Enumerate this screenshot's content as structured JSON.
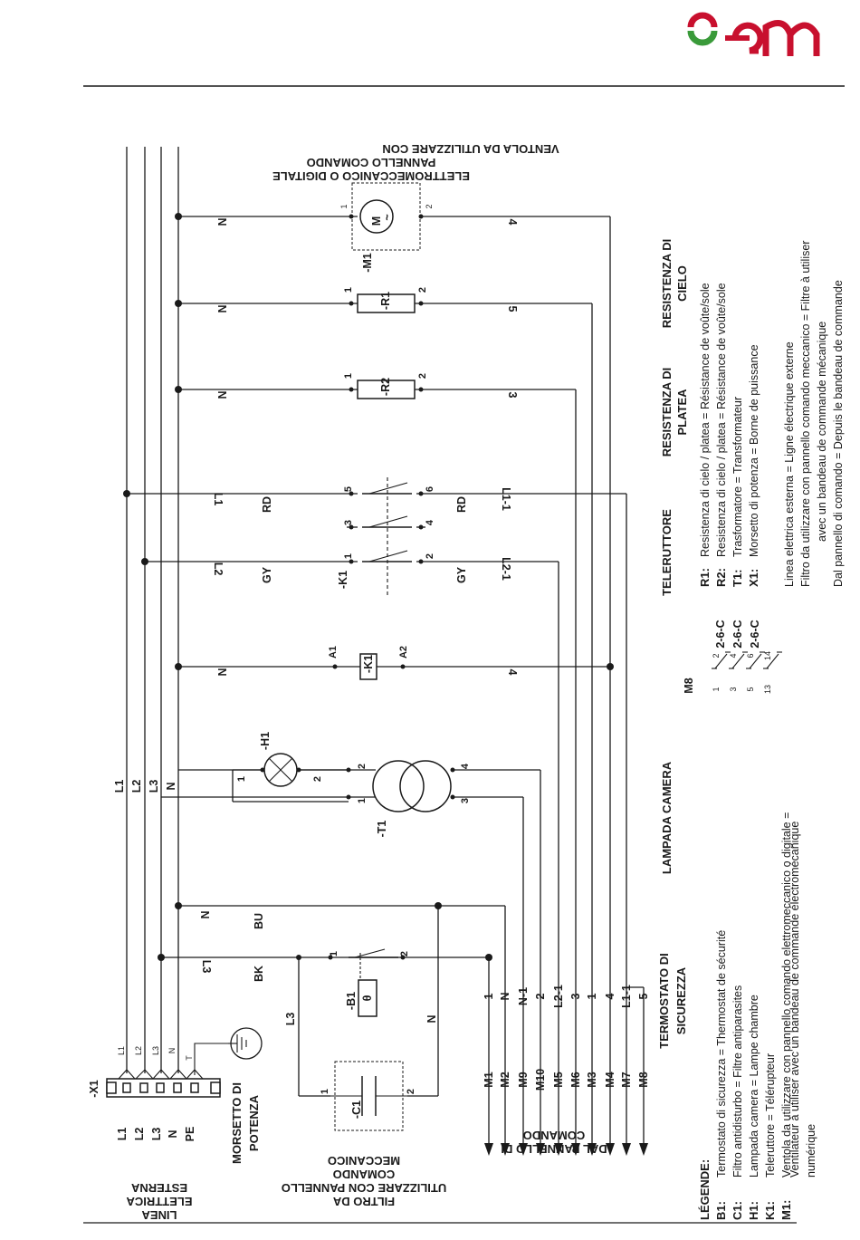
{
  "brand": {
    "name": "oem",
    "color_red": "#c8102e",
    "color_green": "#3a9a3a"
  },
  "bottom_titles": {
    "linea": [
      "LINEA",
      "ELETTRICA",
      "ESTERNA"
    ],
    "filtro": [
      "FILTRO DA",
      "UTILIZZARE CON PANNELLO",
      "COMANDO",
      "MECCANICO"
    ],
    "dal_pannello": [
      "DAL PANNELLO DI",
      "COMANDO"
    ],
    "morsetto": [
      "MORSETTO DI",
      "POTENZA"
    ]
  },
  "top_title": [
    "VENTOLA DA UTILIZZARE CON",
    "PANNELLO COMANDO",
    "ELETTROMECCANICO O DIGITALE"
  ],
  "section_titles": {
    "termostato": [
      "TERMOSTATO DI",
      "SICUREZZA"
    ],
    "lampada": "LAMPADA CAMERA",
    "teleruttore": "TELERUTTORE",
    "platea": [
      "RESISTENZA DI",
      "PLATEA"
    ],
    "cielo": [
      "RESISTENZA DI",
      "CIELO"
    ]
  },
  "components": {
    "x1": "-X1",
    "b1": "-B1",
    "c1": "-C1",
    "t1": "-T1",
    "h1": "-H1",
    "k1": "-K1",
    "k1_contacts": "-K1",
    "r2": "-R2",
    "r1": "-R1",
    "m1": "-M1",
    "m8": "M8",
    "theta": "θ",
    "motor": "M",
    "motor_sym": "~"
  },
  "terminal_block": {
    "labels": [
      "L1",
      "L2",
      "L3",
      "N",
      "PE"
    ],
    "small": [
      "L1",
      "L2",
      "L3",
      "N",
      "T"
    ]
  },
  "bus_labels": [
    "L1",
    "L2",
    "L3",
    "N"
  ],
  "wire_labels": {
    "n": "N",
    "bu": "BU",
    "l3": "L3",
    "bk": "BK",
    "gy": "GY",
    "rd": "RD",
    "l2": "L2",
    "l1": "L1",
    "l2_1": "L2-1",
    "l1_1": "L1-1",
    "four": "4",
    "three": "3",
    "five": "5"
  },
  "pins": {
    "one": "1",
    "two": "2",
    "three": "3",
    "four": "4",
    "five": "5",
    "six": "6",
    "a1": "A1",
    "a2": "A2"
  },
  "panel_wires": {
    "left": [
      "M1",
      "M2",
      "M9",
      "M10",
      "M5",
      "M6",
      "M3",
      "M4",
      "M7",
      "M8"
    ],
    "right": [
      "1",
      "N",
      "N-1",
      "2",
      "L2-1",
      "3",
      "1",
      "4",
      "L1-1",
      "5"
    ]
  },
  "m8_contacts": [
    {
      "pins": [
        "1",
        "2"
      ],
      "ref": "2-6-C"
    },
    {
      "pins": [
        "3",
        "4"
      ],
      "ref": "2-6-C"
    },
    {
      "pins": [
        "5",
        "6"
      ],
      "ref": "2-6-C"
    },
    {
      "pins": [
        "13",
        "14"
      ],
      "ref": ""
    }
  ],
  "legend": {
    "title": "LÉGENDE:",
    "items": [
      {
        "code": "B1:",
        "text": "Termostato di sicurezza = Thermostat de sécurité"
      },
      {
        "code": "C1:",
        "text": "Filtro antidisturbo = Filtre antiparasites"
      },
      {
        "code": "H1:",
        "text": "Lampada camera = Lampe chambre"
      },
      {
        "code": "K1:",
        "text": "Teleruttore = Télérupteur"
      },
      {
        "code": "M1:",
        "text": "Ventola da utilizzare con pannello comando elettromeccanico o digitale ="
      }
    ],
    "m1_cont1": "Ventilateur à utiliser avec un bandeau de commande électromécanique",
    "m1_cont2": "numérique",
    "items2": [
      {
        "code": "R1:",
        "text": "Resistenza di cielo / platea = Résistance de voûte/sole"
      },
      {
        "code": "R2:",
        "text": "Resistenza di cielo / platea = Résistance de voûte/sole"
      },
      {
        "code": "T1:",
        "text": "Trasformatore = Transformateur"
      },
      {
        "code": "X1:",
        "text": "Morsetto di potenza = Borne de puissance"
      }
    ],
    "notes": [
      "Linea elettrica esterna = Ligne électrique externe",
      "Filtro da utilizzare con pannello comando meccanico = Filtre à utiliser",
      "avec un bandeau de commande mécanique",
      "Dal pannello di comando = Depuis le bandeau de commande"
    ]
  }
}
